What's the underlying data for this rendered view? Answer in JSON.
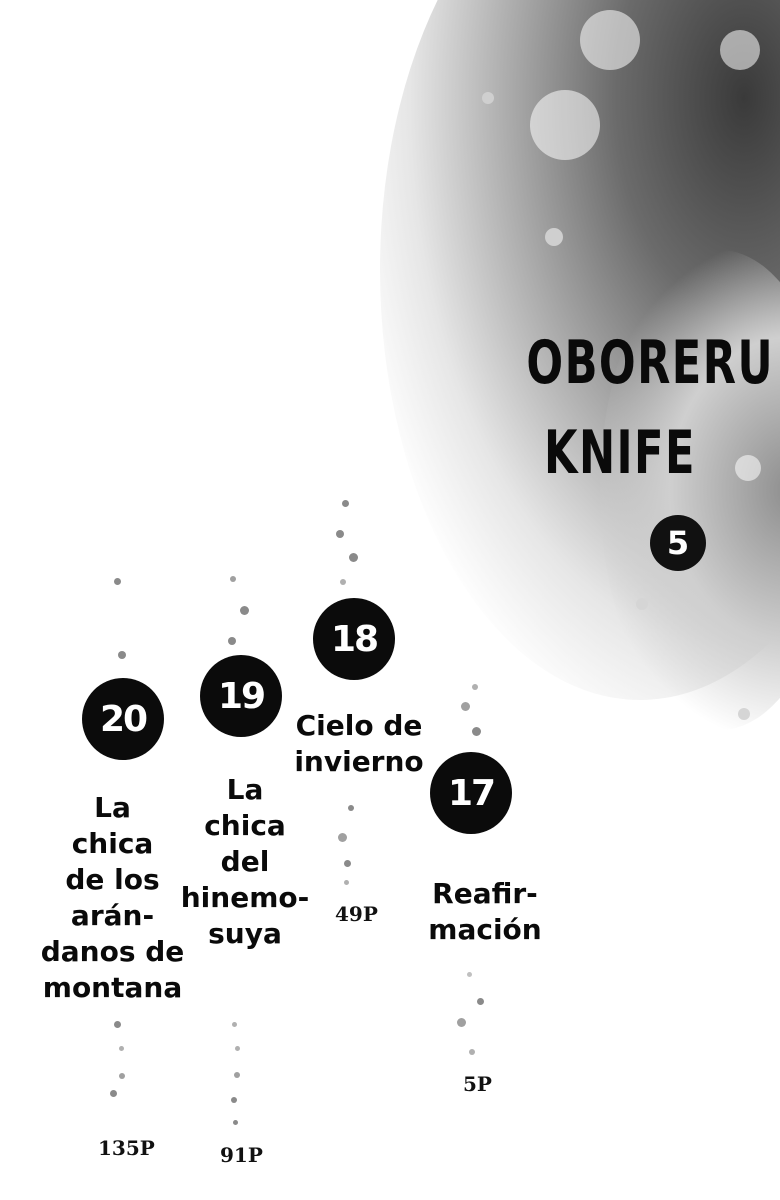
{
  "book": {
    "title_line1": "OBORERU",
    "title_line2": "KNIFE",
    "volume": "5"
  },
  "chapters": [
    {
      "number": "20",
      "title": "La\nchica\nde los\narán-\ndanos de\nmontana",
      "page": "135P"
    },
    {
      "number": "19",
      "title": "La\nchica\ndel\nhinemo-\nsuya",
      "page": "91P"
    },
    {
      "number": "18",
      "title": "Cielo de\ninvierno",
      "page": "49P"
    },
    {
      "number": "17",
      "title": "Reafir-\nmación",
      "page": "5P"
    }
  ]
}
